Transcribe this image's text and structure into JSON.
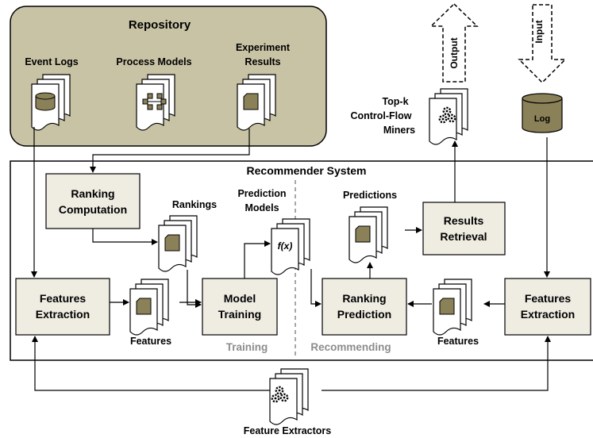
{
  "repository": {
    "title": "Repository",
    "event_logs": "Event Logs",
    "process_models": "Process Models",
    "experiment_results_line1": "Experiment",
    "experiment_results_line2": "Results"
  },
  "output_arrow": "Output",
  "input_arrow": "Input",
  "top_k": {
    "line1": "Top-k",
    "line2": "Control-Flow",
    "line3": "Miners"
  },
  "log_label": "Log",
  "recommender_system": "Recommender System",
  "ranking_computation": {
    "line1": "Ranking",
    "line2": "Computation"
  },
  "rankings": "Rankings",
  "prediction_models": {
    "line1": "Prediction",
    "line2": "Models"
  },
  "model_formula": "f(x)",
  "predictions": "Predictions",
  "results_retrieval": {
    "line1": "Results",
    "line2": "Retrieval"
  },
  "features_extraction_left": {
    "line1": "Features",
    "line2": "Extraction"
  },
  "features_left": "Features",
  "model_training": {
    "line1": "Model",
    "line2": "Training"
  },
  "ranking_prediction": {
    "line1": "Ranking",
    "line2": "Prediction"
  },
  "features_right": "Features",
  "features_extraction_right": {
    "line1": "Features",
    "line2": "Extraction"
  },
  "training_phase": "Training",
  "recommending_phase": "Recommending",
  "feature_extractors": "Feature Extractors",
  "colors": {
    "repository_fill": "#c9c3a6",
    "box_fill": "#efede2",
    "doc_icon_fill": "#8b8158",
    "phase_text": "#8c8c8c"
  }
}
